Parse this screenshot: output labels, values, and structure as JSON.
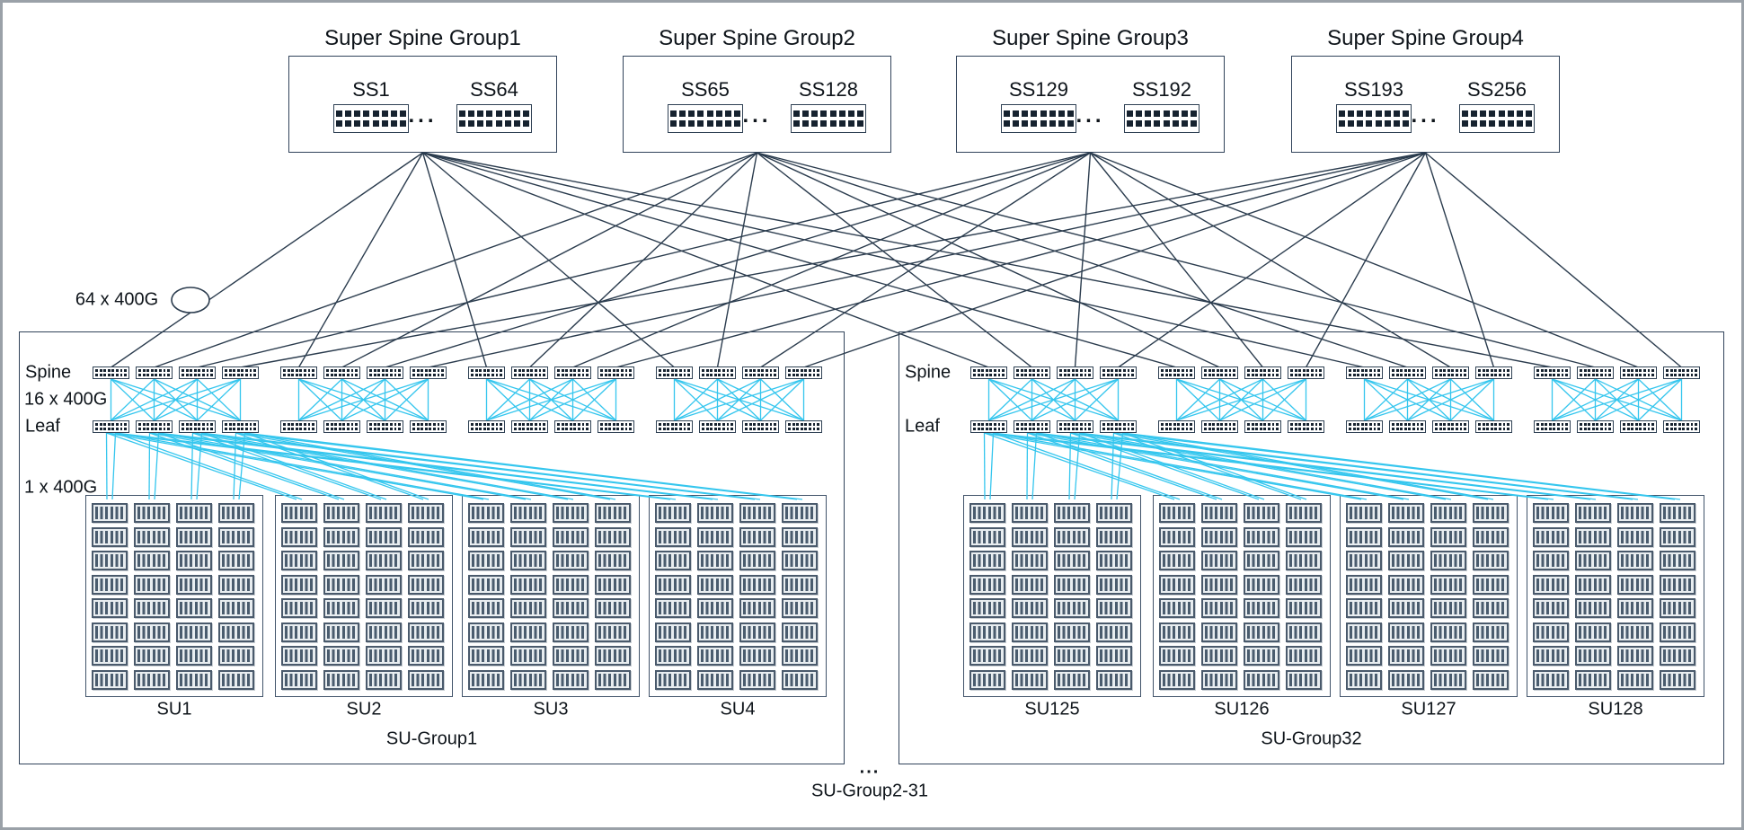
{
  "super_spine_groups": [
    {
      "title": "Super Spine Group1",
      "switch_labels": [
        "SS1",
        "SS64"
      ],
      "dots": "..."
    },
    {
      "title": "Super Spine Group2",
      "switch_labels": [
        "SS65",
        "SS128"
      ],
      "dots": "..."
    },
    {
      "title": "Super Spine Group3",
      "switch_labels": [
        "SS129",
        "SS192"
      ],
      "dots": "..."
    },
    {
      "title": "Super Spine Group4",
      "switch_labels": [
        "SS193",
        "SS256"
      ],
      "dots": "..."
    }
  ],
  "labels": {
    "uplink_bandwidth": "64 x 400G",
    "spine": "Spine",
    "spine_leaf_bandwidth": "16 x 400G",
    "leaf": "Leaf",
    "server_bandwidth": "1 x 400G",
    "between_groups_dots": "...",
    "hidden_su_groups": "SU-Group2-31"
  },
  "su_groups": [
    {
      "name": "SU-Group1",
      "su_labels": [
        "SU1",
        "SU2",
        "SU3",
        "SU4"
      ],
      "show_row_labels": true,
      "show_bandwidth_labels": true
    },
    {
      "name": "SU-Group32",
      "su_labels": [
        "SU125",
        "SU126",
        "SU127",
        "SU128"
      ],
      "show_row_labels": true,
      "show_bandwidth_labels": false
    }
  ],
  "structure": {
    "spine_clusters_per_group": 4,
    "spine_switches_per_cluster": 4,
    "leaf_switches_per_cluster": 4,
    "rack_rows_per_su": 8,
    "rack_columns_per_su": 4,
    "super_spine_switches_shown_per_group": 2,
    "su_boxes_per_group": 4
  },
  "colors": {
    "link_dark": "#2b3c4e",
    "link_cyan": "#35c6ee",
    "switch_port": "#16222f",
    "box_border": "#31435a",
    "rack_border": "#4a5a6c",
    "rack_stripe": "#4a5c6e",
    "frame_border": "#9aa1a8",
    "text": "#0e141a"
  }
}
